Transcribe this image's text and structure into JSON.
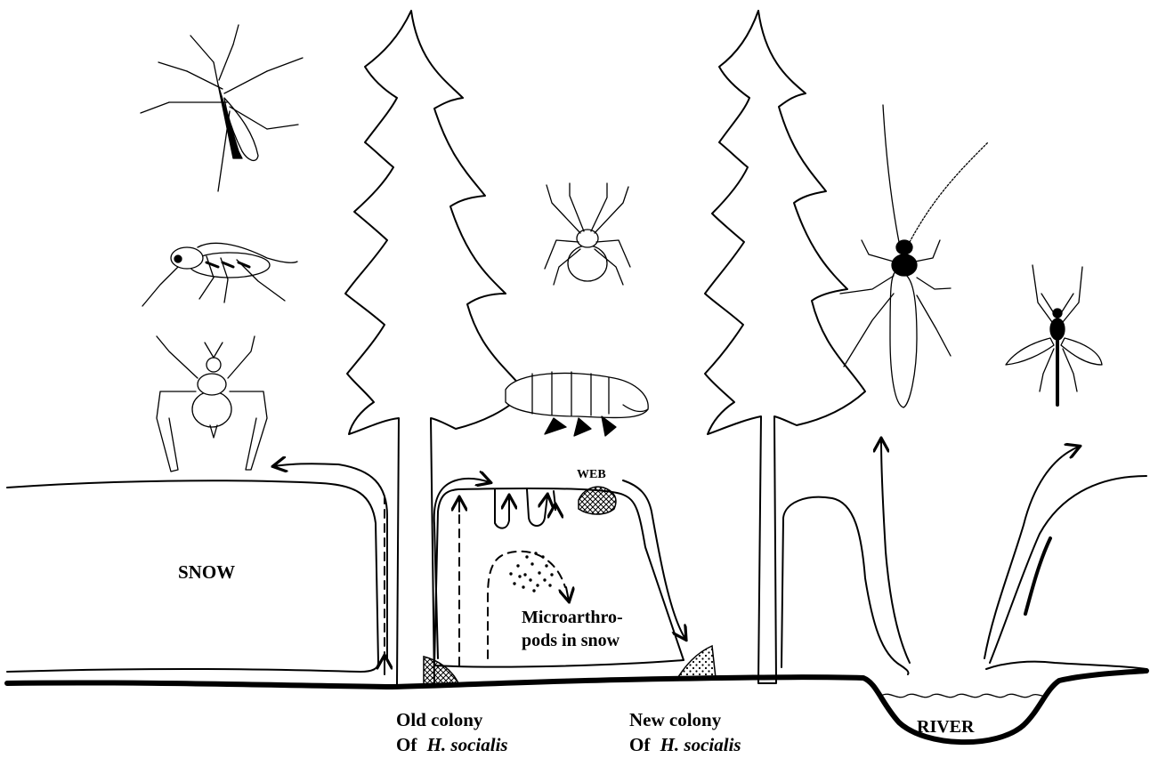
{
  "labels": {
    "snow": "SNOW",
    "web": "WEB",
    "river": "RIVER",
    "microarthropods_line1": "Microarthro-",
    "microarthropods_line2": "pods in snow",
    "old_colony_line1": "Old colony",
    "old_colony_prefix": "Of ",
    "old_colony_species": "H. socialis",
    "new_colony_line1": "New colony",
    "new_colony_prefix": "Of ",
    "new_colony_species": "H. socialis"
  },
  "icons": [
    "crane-fly-icon",
    "winter-gnat-icon",
    "snow-scorpionfly-icon",
    "spider-icon",
    "springtail-icon",
    "stonefly-icon",
    "midge-icon"
  ]
}
